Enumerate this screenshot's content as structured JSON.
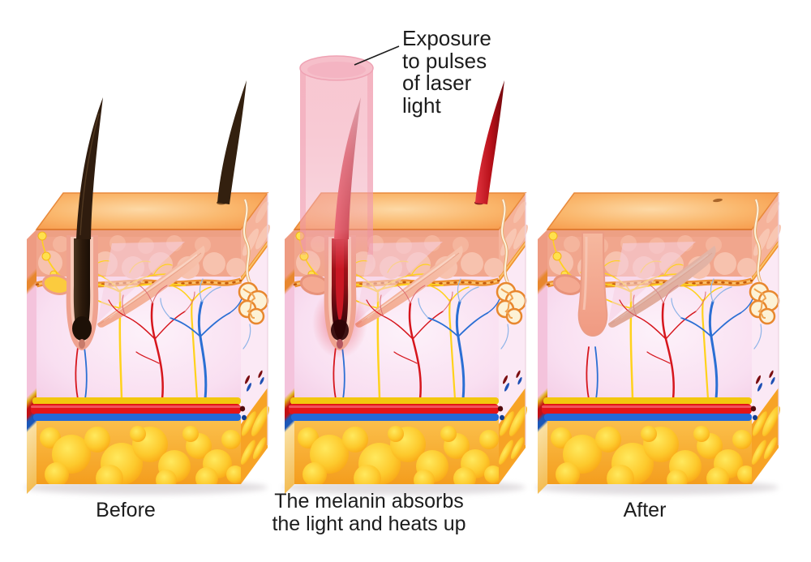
{
  "illustration": {
    "subject": "laser-hair-removal-skin-cross-sections",
    "annotation": {
      "label": "Exposure\nto pulses\nof laser\nlight"
    },
    "stages": [
      {
        "id": "before",
        "label": "Before"
      },
      {
        "id": "during",
        "label": "The melanin absorbs\nthe light and heats up"
      },
      {
        "id": "after",
        "label": "After"
      }
    ],
    "colors": {
      "label_text": "#1c1c1c",
      "laser_beam": "#f5b6c3",
      "hair_before": "#31200f",
      "hair_heated": "#c1121e",
      "skin_surface": "#f8a258",
      "epidermis": "#f1a68d",
      "dermis": "#f8def0",
      "fat": "#ffc31e",
      "artery": "#e31418",
      "vein": "#2268d8",
      "nerve": "#ffd21c"
    }
  }
}
